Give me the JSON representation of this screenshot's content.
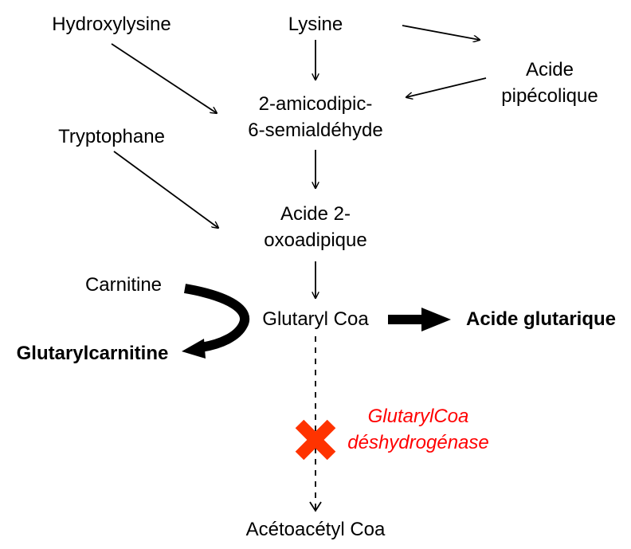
{
  "nodes": {
    "hydroxylysine": "Hydroxylysine",
    "lysine": "Lysine",
    "acide_pipecolique": [
      "Acide",
      "pipécolique"
    ],
    "semialdehyde": [
      "2-amicodipic-",
      "6-semialdéhyde"
    ],
    "tryptophane": "Tryptophane",
    "oxoadipique": [
      "Acide 2-",
      "oxoadipique"
    ],
    "carnitine": "Carnitine",
    "glutaryl_coa": "Glutaryl Coa",
    "acide_glutarique": "Acide glutarique",
    "glutarylcarnitine": "Glutarylcarnitine",
    "acetoacetyl_coa": "Acétoacétyl Coa"
  },
  "enzyme": {
    "label": [
      "GlutarylCoa",
      "déshydrogénase"
    ],
    "color": "#ff0000",
    "blocked_marker_color": "#ff3300"
  },
  "icons": {
    "block": "cross-mark-icon"
  }
}
